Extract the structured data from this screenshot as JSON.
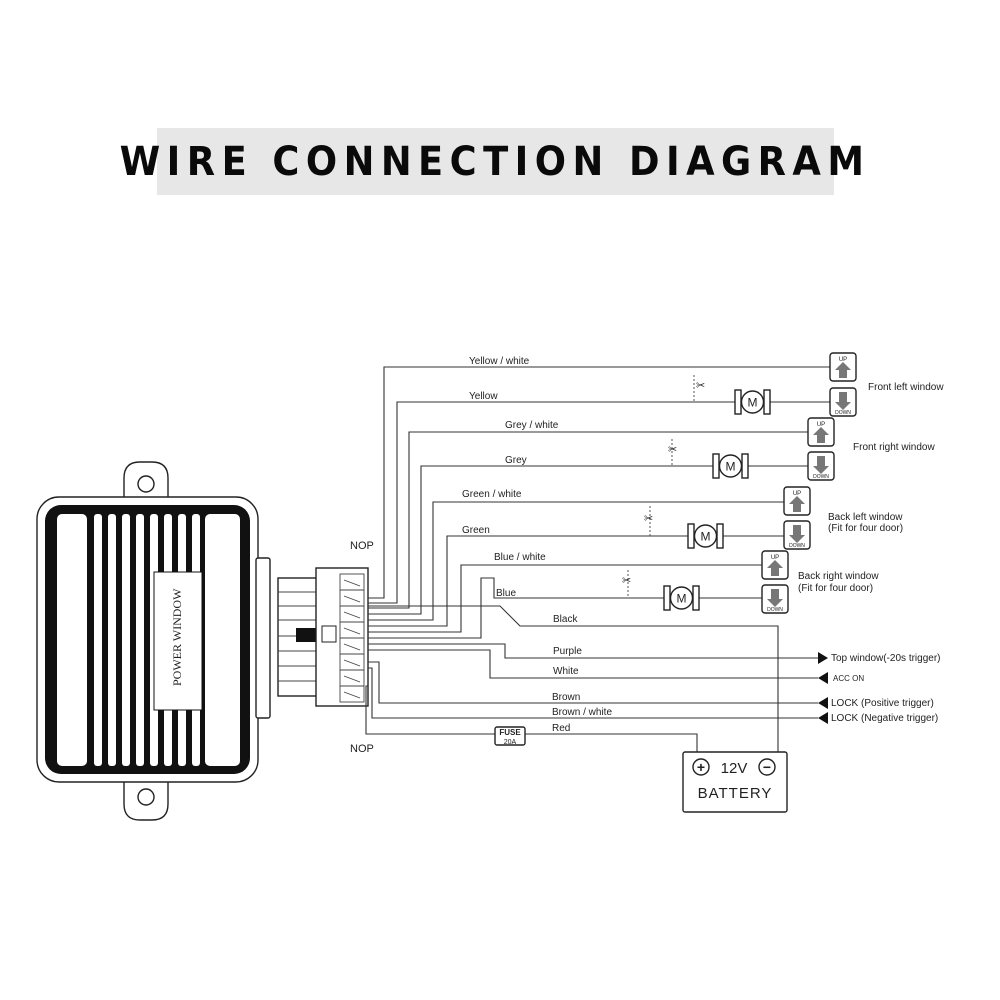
{
  "title": "WIRE CONNECTION DIAGRAM",
  "module_label": "POWER WINDOW",
  "connector": {
    "nop_top": "NOP",
    "nop_bottom": "NOP"
  },
  "wires": {
    "yellow_white": "Yellow / white",
    "yellow": "Yellow",
    "grey_white": "Grey / white",
    "grey": "Grey",
    "green_white": "Green / white",
    "green": "Green",
    "blue_white": "Blue / white",
    "blue": "Blue",
    "black": "Black",
    "purple": "Purple",
    "white": "White",
    "brown": "Brown",
    "brown_white": "Brown / white",
    "red": "Red"
  },
  "windows": {
    "front_left": "Front left window",
    "front_right": "Front right window",
    "back_left": "Back left  window",
    "back_left_note": "(Fit for four door)",
    "back_right": "Back right  window",
    "back_right_note": "(Fit for four door)"
  },
  "switch": {
    "up": "UP",
    "down": "DOWN"
  },
  "motor_label": "M",
  "outputs": {
    "top_window": "Top window(-20s trigger)",
    "acc_on": "ACC  ON",
    "lock_positive": "LOCK (Positive trigger)",
    "lock_negative": "LOCK (Negative trigger)"
  },
  "fuse": {
    "label": "FUSE",
    "rating": "20A"
  },
  "battery": {
    "voltage": "12V",
    "label": "BATTERY",
    "plus": "+",
    "minus": "−"
  }
}
